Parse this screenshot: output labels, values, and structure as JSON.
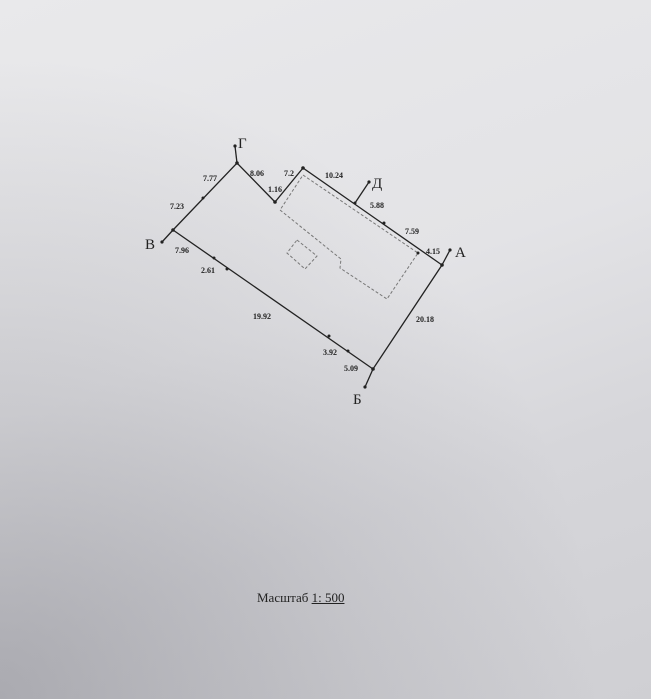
{
  "plan": {
    "points": {
      "A": "А",
      "B": "Б",
      "V": "В",
      "G": "Г",
      "D": "Д"
    },
    "lengths": [
      "7.77",
      "8.06",
      "7.2",
      "10.24",
      "1.16",
      "7.23",
      "5.88",
      "7.59",
      "4.15",
      "7.96",
      "2.61",
      "19.92",
      "20.18",
      "3.92",
      "5.09"
    ]
  },
  "scale": {
    "label": "Масштаб",
    "value": "1: 500"
  }
}
